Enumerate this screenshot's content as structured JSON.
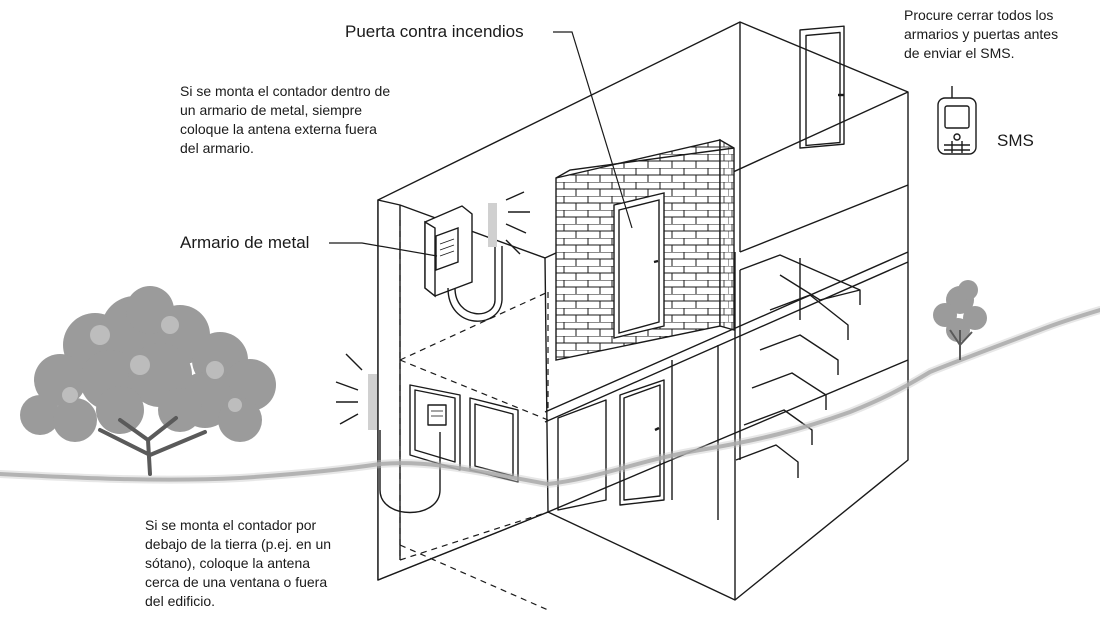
{
  "labels": {
    "fire_door": "Puerta contra incendios",
    "metal_cabinet": "Armario de metal",
    "sms": "SMS"
  },
  "notes": {
    "metal_cabinet_note": [
      "Si se monta el contador dentro de",
      "un armario de metal, siempre",
      "coloque la antena externa fuera",
      "del armario."
    ],
    "close_doors_note": [
      "Procure cerrar todos los",
      "armarios y puertas antes",
      "de enviar el SMS."
    ],
    "basement_note": [
      "Si se monta el contador por",
      "debajo de la tierra (p.ej. en un",
      "sótano), coloque la antena",
      "cerca de una ventana o fuera",
      "del edificio."
    ]
  },
  "icons": {
    "phone": "mobile-phone-icon",
    "tree": "tree-illustration",
    "shrub": "shrub-illustration"
  },
  "colors": {
    "line": "#1a1a1a",
    "ground": "#9a9a9a",
    "foliage": "#8a8a8a",
    "antenna": "#d0d0d0"
  }
}
